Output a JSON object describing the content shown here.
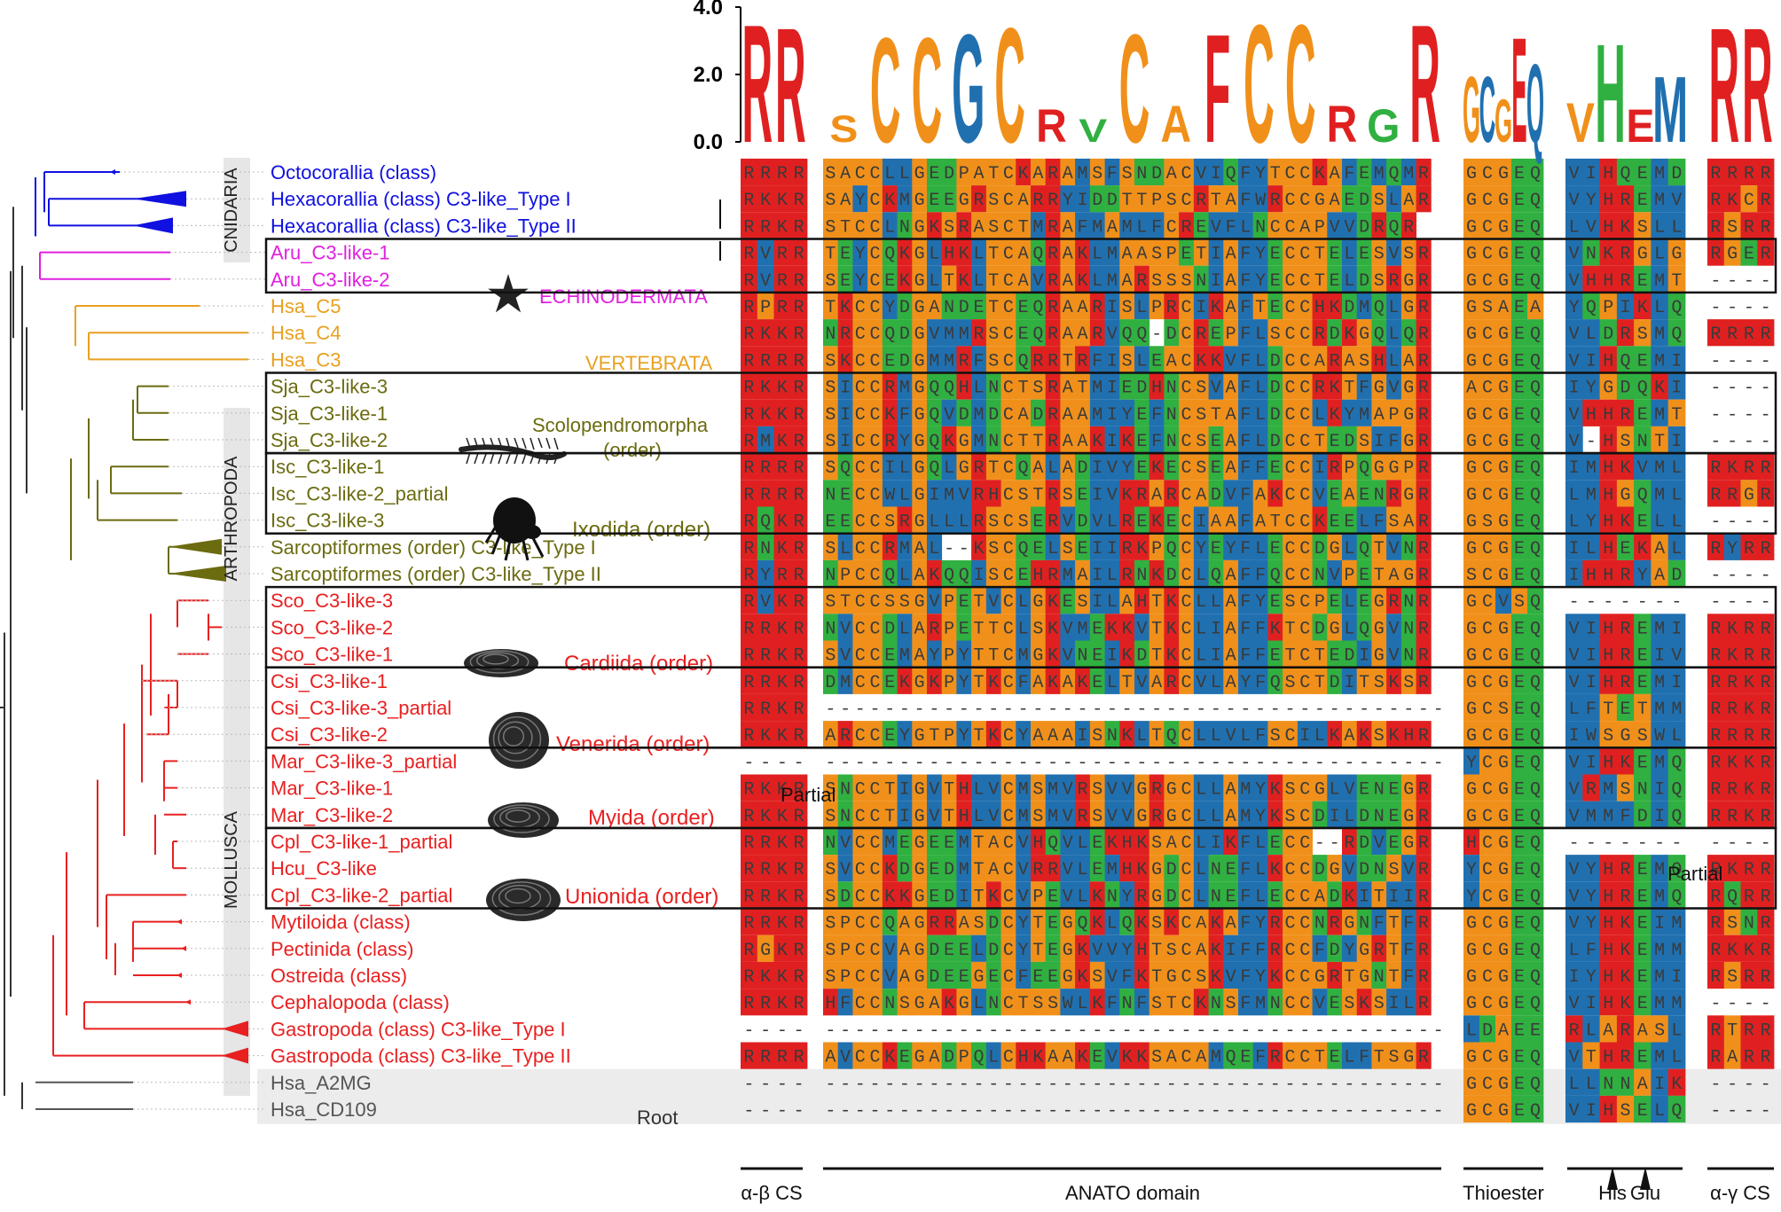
{
  "colors": {
    "cnidaria": "#1010e0",
    "echinodermata": "#e020e0",
    "vertebrata": "#e8a020",
    "arthropoda": "#6b6b10",
    "mollusca": "#e82020",
    "root": "#555555",
    "res_R": "#e02020",
    "res_K": "#e02020",
    "res_C": "#f0901a",
    "res_G": "#f0901a",
    "res_A": "#f0901a",
    "res_hydro": "#2070b0",
    "res_polar": "#30b040",
    "res_other": "#f0901a"
  },
  "logo": {
    "ytick_labels": [
      "4.0",
      "2.0",
      "0.0"
    ],
    "ymax": 4.0,
    "sections": [
      {
        "letters": "RR",
        "heights": [
          3.6,
          3.5
        ],
        "colors": [
          "#e02020",
          "#e02020"
        ]
      },
      {
        "letters": "SCCGCRVCAFCCRGR",
        "heights": [
          0.8,
          3.2,
          3.2,
          3.3,
          3.5,
          1.0,
          0.7,
          3.3,
          1.1,
          3.3,
          3.6,
          3.6,
          1.1,
          1.0,
          3.6
        ],
        "colors": [
          "#f0901a",
          "#f0901a",
          "#f0901a",
          "#2070b0",
          "#f0901a",
          "#e02020",
          "#30b040",
          "#f0901a",
          "#f0901a",
          "#e02020",
          "#f0901a",
          "#f0901a",
          "#e02020",
          "#30b040",
          "#e02020"
        ]
      },
      {
        "letters": "GCGEQ",
        "heights": [
          2.0,
          2.0,
          1.3,
          3.2,
          2.4
        ],
        "colors": [
          "#f0901a",
          "#2070b0",
          "#f0901a",
          "#e02020",
          "#2070b0"
        ]
      },
      {
        "letters": "VHEM",
        "heights": [
          1.2,
          3.0,
          1.0,
          2.0
        ],
        "colors": [
          "#f0901a",
          "#30b040",
          "#e02020",
          "#2070b0"
        ]
      },
      {
        "letters": "RR",
        "heights": [
          3.5,
          3.5
        ],
        "colors": [
          "#e02020",
          "#e02020"
        ]
      }
    ]
  },
  "taxa": [
    {
      "label": "Octocorallia (class)",
      "group": "cnidaria",
      "seq": [
        "RRRR",
        "SACCLLGEDPATCKARAMSFSNDACVIQFYTCCKAFEMQMR",
        "GCGEQ",
        "VIHQEMD",
        "RRRR"
      ]
    },
    {
      "label": "Hexacorallia (class) C3-like_Type I",
      "group": "cnidaria",
      "seq": [
        "RKKR",
        "SAYCKMGEEGRSCARRYIDDTTPSCRTAFWRCCGAEDSLAR",
        "GCGEQ",
        "VYHREMV",
        "RKCR"
      ]
    },
    {
      "label": "Hexacorallia (class) C3-like_Type II",
      "group": "cnidaria",
      "seq": [
        "RRKR",
        "STCCLNGKSRASCTMRAFMAMLFCREVFLNCCAPVVDRQR",
        "GCGEQ",
        "LVHKSLL",
        "RSRR"
      ]
    },
    {
      "label": "Aru_C3-like-1",
      "group": "echinodermata",
      "seq": [
        "RVRR",
        "TEYCQKGLHKLTCAQRAKLMAASPETIAFYECCTELESVSR",
        "GCGEQ",
        "VNKRGLG",
        "RGER"
      ]
    },
    {
      "label": "Aru_C3-like-2",
      "group": "echinodermata",
      "seq": [
        "RVRR",
        "SEYCEKGLTKLTCAVRAKLMARSSSNIAFYECCTELDSRGR",
        "GCGEQ",
        "VHHREMT",
        "----"
      ]
    },
    {
      "label": "Hsa_C5",
      "group": "vertebrata",
      "seq": [
        "RPRR",
        "TKCCYDGANDETCEQRAARISLPRCIKAFTECCHKDMQLGR",
        "GSAEA",
        "YQPIKLQ",
        "----"
      ]
    },
    {
      "label": "Hsa_C4",
      "group": "vertebrata",
      "seq": [
        "RKKR",
        "NRCCQDGVMMRSCEQRAARVQQ-DCREPFLSCCRDKGQLQR",
        "GCGEQ",
        "VLDRSMQ",
        "RRRR"
      ]
    },
    {
      "label": "Hsa_C3",
      "group": "vertebrata",
      "seq": [
        "RRRR",
        "SKCCEDGMMRFSCQRRTRFISLEACKKVFLDCCARASHLAR",
        "GCGEQ",
        "VIHQEMI",
        "----"
      ]
    },
    {
      "label": "Sja_C3-like-3",
      "group": "arthropoda",
      "seq": [
        "RKKR",
        "SICCRMGQQHLNCTSRATMIEDHNCSVAFLDCCRKTFGVGR",
        "ACGEQ",
        "IYGDQKI",
        "----"
      ]
    },
    {
      "label": "Sja_C3-like-1",
      "group": "arthropoda",
      "seq": [
        "RKKR",
        "SICCKFGQVDMDCADRAAMIYEFNCSTAFLDCCLKYMAPGR",
        "GCGEQ",
        "VHHREMT",
        "----"
      ]
    },
    {
      "label": "Sja_C3-like-2",
      "group": "arthropoda",
      "seq": [
        "RMKR",
        "SICCRYGQKGMNCTTRAAKIKEFNCSEAFLDCCTEDSIFGR",
        "GCGEQ",
        "V-HSNTI",
        "----"
      ]
    },
    {
      "label": "Isc_C3-like-1",
      "group": "arthropoda",
      "seq": [
        "RRRR",
        "SQCCILGQLGRTCQALADIVYEKECSEAFFECCIRPQGGPR",
        "GCGEQ",
        "IMHKVML",
        "RKRR"
      ]
    },
    {
      "label": "Isc_C3-like-2_partial",
      "group": "arthropoda",
      "seq": [
        "RRRR",
        "NECCWLGIMVRHCSTRSEIVKRARCADVFAKCCVEAENRGR",
        "GCGEQ",
        "LMHGQML",
        "RRGR"
      ]
    },
    {
      "label": "Isc_C3-like-3",
      "group": "arthropoda",
      "seq": [
        "RQKR",
        "EECCSRGLLLRSCSERVDVLREKECIAAFATCCKEELFSAR",
        "GSGEQ",
        "LYHKELL",
        "----"
      ]
    },
    {
      "label": "Sarcoptiformes (order) C3-like_Type I",
      "group": "arthropoda",
      "seq": [
        "RNKR",
        "SLCCRMAL--KSCQELSEIIRKPQCYEYFLECCDGLQTVNR",
        "GCGEQ",
        "ILHEKAL",
        "RYRR"
      ]
    },
    {
      "label": "Sarcoptiformes (order) C3-like_Type II",
      "group": "arthropoda",
      "seq": [
        "RYRR",
        "NPCCQLAKQQISCEHRMAILRNKDCLQAFFQCCNVPETAGR",
        "SCGEQ",
        "IHHRYAD",
        "----"
      ]
    },
    {
      "label": "Sco_C3-like-3",
      "group": "mollusca",
      "seq": [
        "RVKR",
        "STCCSSGVPETVCLGKESILAHTKCLLAFYESCPELEGRNR",
        "GCVSQ",
        "-------",
        "----"
      ]
    },
    {
      "label": "Sco_C3-like-2",
      "group": "mollusca",
      "seq": [
        "RRKR",
        "NVCCDLARPETTCLSKVMEKKVTKCLIAFFKTCDGLQGVNR",
        "GCGEQ",
        "VIHREMI",
        "RKRR"
      ]
    },
    {
      "label": "Sco_C3-like-1",
      "group": "mollusca",
      "seq": [
        "RRKR",
        "SVCCEMAYPYTTCMGKVNEIKDTKCLIAFFETCTEDIGVNR",
        "GCGEQ",
        "VIHREIV",
        "RKRR"
      ]
    },
    {
      "label": "Csi_C3-like-1",
      "group": "mollusca",
      "seq": [
        "RRKR",
        "DMCCEKGKPYTKCFAKAKELTVARCVLAYFQSCTDITSKSR",
        "GCGEQ",
        "VIHREMI",
        "RRKR"
      ]
    },
    {
      "label": "Csi_C3-like-3_partial",
      "group": "mollusca",
      "seq": [
        "RRKR",
        "------------------------------------------",
        "GCSEQ",
        "LFTETMM",
        "RRKR"
      ]
    },
    {
      "label": "Csi_C3-like-2",
      "group": "mollusca",
      "seq": [
        "RKKR",
        "ARCCEYGTPYTKCYAAAISNKLTQCLLVLFSCILKAKSKHR",
        "GCGEQ",
        "IWSGSWL",
        "RRRR"
      ]
    },
    {
      "label": "Mar_C3-like-3_partial",
      "group": "mollusca",
      "seq": [
        "----",
        "------------------------------------------",
        "YCGEQ",
        "VIHKEMQ",
        "RKKR"
      ]
    },
    {
      "label": "Mar_C3-like-1",
      "group": "mollusca",
      "seq": [
        "RKKR",
        "SNCCTIGVTHLVCMSMVRSVVGRGCLLAMYKSCGLVENEGR",
        "GCGEQ",
        "VRMSNIQ",
        "RRKR"
      ]
    },
    {
      "label": "Mar_C3-like-2",
      "group": "mollusca",
      "seq": [
        "RKKR",
        "SNCCTIGVTHLVCMSMVRSVVGRGCLLAMYKSCDILDNEGR",
        "GCGEQ",
        "VMMFDIQ",
        "RRKR"
      ]
    },
    {
      "label": "Cpl_C3-like-1_partial",
      "group": "mollusca",
      "seq": [
        "RRKR",
        "NVCCMEGEEMTACVHQVLEKHKSACLIKFLECC--RDVEGR",
        "HCGEQ",
        "-------",
        "----"
      ]
    },
    {
      "label": "Hcu_C3-like",
      "group": "mollusca",
      "seq": [
        "RRKR",
        "SVCCKDGEDMTACVRRVLEMHKGDCLNEFLKCCDGVDNSVR",
        "YCGEQ",
        "VYHREMQ",
        "RKRR"
      ]
    },
    {
      "label": "Cpl_C3-like-2_partial",
      "group": "mollusca",
      "seq": [
        "RRKR",
        "SDCCKKGEDITKCVPEVLKNYRGDCLNEFLECCADKITIIR",
        "YCGEQ",
        "VYHREMQ",
        "RQRR"
      ]
    },
    {
      "label": "Mytiloida (class)",
      "group": "mollusca",
      "seq": [
        "RRKR",
        "SPCCQAGRRASDCYTEGQKLQKSKCAKAFYRCCNRGNFTFR",
        "GCGEQ",
        "VYHKEIM",
        "RSNR"
      ]
    },
    {
      "label": "Pectinida (class)",
      "group": "mollusca",
      "seq": [
        "RGKR",
        "SPCCVAGDEELDCYTEGKVVYHTSCAKIFFRCCFDYGRTFR",
        "GCGEQ",
        "LFHKEMM",
        "RKKR"
      ]
    },
    {
      "label": "Ostreida (class)",
      "group": "mollusca",
      "seq": [
        "RKKR",
        "SPCCVAGDEEGECFEEGKSVFKTGCSKVFYKCCGRTGNTFR",
        "GCGEQ",
        "IYHKEMI",
        "RSRR"
      ]
    },
    {
      "label": "Cephalopoda (class)",
      "group": "mollusca",
      "seq": [
        "RRKR",
        "HFCCNSGAKGLNCTSSWLKFNFSTCKNSFMNCCVESKSILR",
        "GCGEQ",
        "VIHKEMM",
        "----"
      ]
    },
    {
      "label": "Gastropoda (class) C3-like_Type I",
      "group": "mollusca",
      "seq": [
        "----",
        "------------------------------------------",
        "LDAEE",
        "RLARASL",
        "RTRR"
      ]
    },
    {
      "label": "Gastropoda (class) C3-like_Type II",
      "group": "mollusca",
      "seq": [
        "RRRR",
        "AVCCKEGADPQLCHKAAKEVKKSACAMQEFRCCTELFTSGR",
        "GCGEQ",
        "VTHREML",
        "RARR"
      ]
    },
    {
      "label": "Hsa_A2MG",
      "group": "root",
      "seq": [
        "----",
        "------------------------------------------",
        "GCGEQ",
        "LLNNAIK",
        "----"
      ]
    },
    {
      "label": "Hsa_CD109",
      "group": "root",
      "seq": [
        "----",
        "------------------------------------------",
        "GCGEQ",
        "VIHSELQ",
        "----"
      ]
    }
  ],
  "group_labels": [
    {
      "text": "CNIDARIA",
      "group": "cnidaria",
      "orientation": "vertical"
    },
    {
      "text": "ECHINODERMATA",
      "group": "echinodermata"
    },
    {
      "text": "VERTEBRATA",
      "group": "vertebrata"
    },
    {
      "text": "ARTHROPODA",
      "group": "arthropoda",
      "orientation": "vertical"
    },
    {
      "text": "Scolopendromorpha",
      "text2": "(order)",
      "group": "arthropoda"
    },
    {
      "text": "Ixodida (order)",
      "group": "arthropoda"
    },
    {
      "text": "MOLLUSCA",
      "group": "mollusca",
      "orientation": "vertical"
    },
    {
      "text": "Cardiida (order)",
      "group": "mollusca"
    },
    {
      "text": "Venerida (order)",
      "group": "mollusca"
    },
    {
      "text": "Myida (order)",
      "group": "mollusca"
    },
    {
      "text": "Unionida (order)",
      "group": "mollusca"
    },
    {
      "text": "Root",
      "group": "root"
    }
  ],
  "annotations": {
    "partial1": "Partial",
    "partial2": "Partial"
  },
  "domains": [
    {
      "label": "α-β CS"
    },
    {
      "label": "ANATO domain"
    },
    {
      "label": "Thioester"
    },
    {
      "label": "His"
    },
    {
      "label": "Glu"
    },
    {
      "label": "α-γ CS"
    }
  ]
}
